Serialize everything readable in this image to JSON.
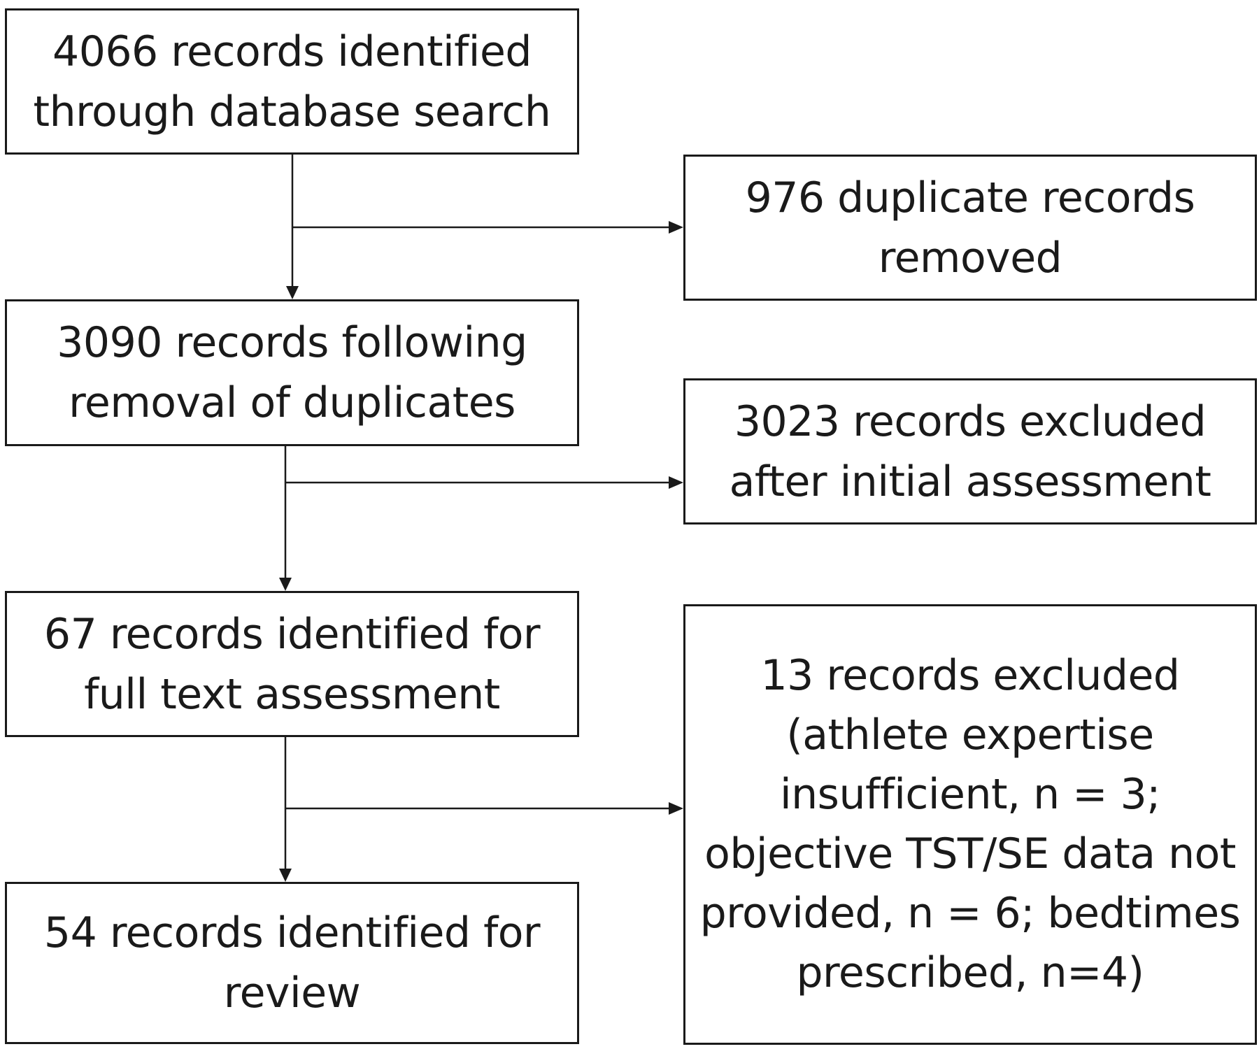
{
  "boxes": {
    "identified": {
      "lines": [
        "4066 records identified",
        "through database search"
      ]
    },
    "duplicates_removed": {
      "lines": [
        "976 duplicate records",
        "removed"
      ]
    },
    "following_removal": {
      "lines": [
        "3090 records following",
        "removal of duplicates"
      ]
    },
    "excluded_initial": {
      "lines": [
        "3023 records excluded",
        "after initial assessment"
      ]
    },
    "full_text": {
      "lines": [
        "67 records identified for",
        "full text assessment"
      ]
    },
    "excluded_full_text": {
      "lines": [
        "13 records excluded",
        "(athlete expertise",
        "insufficient, n = 3;",
        "objective TST/SE data not",
        "provided, n = 6; bedtimes",
        "prescribed, n=4)"
      ]
    },
    "review": {
      "lines": [
        "54 records identified for",
        "review"
      ]
    }
  },
  "colors": {
    "stroke": "#1a1a1a",
    "background": "#ffffff"
  }
}
